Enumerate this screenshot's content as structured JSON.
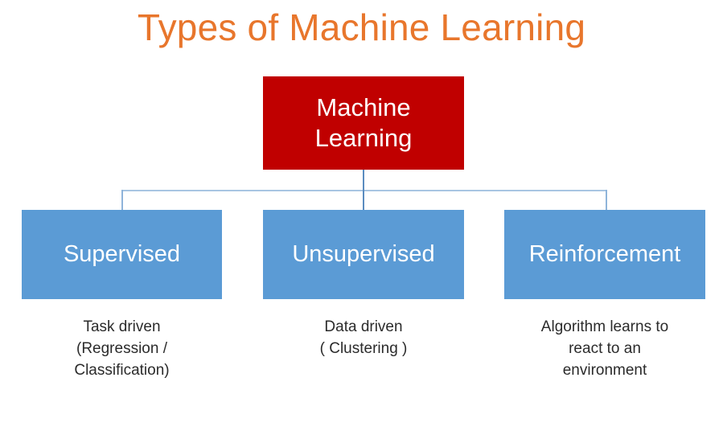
{
  "diagram": {
    "title": "Types of Machine Learning",
    "type": "hierarchy-tree",
    "colors": {
      "title": "#E8762C",
      "root_fill": "#C00000",
      "root_text": "#FFFFFF",
      "child_fill": "#5B9BD5",
      "child_text": "#FFFFFF",
      "connector": "#8FB4DA",
      "caption_text": "#2B2B2B",
      "background": "#FFFFFF"
    },
    "root": {
      "label": "Machine\nLearning"
    },
    "branches": [
      {
        "id": "supervised",
        "label": "Supervised",
        "caption": "Task driven\n(Regression /\nClassification)"
      },
      {
        "id": "unsupervised",
        "label": "Unsupervised",
        "caption": "Data driven\n( Clustering )"
      },
      {
        "id": "reinforcement",
        "label": "Reinforcement",
        "caption": "Algorithm learns to\nreact to an\nenvironment"
      }
    ]
  }
}
